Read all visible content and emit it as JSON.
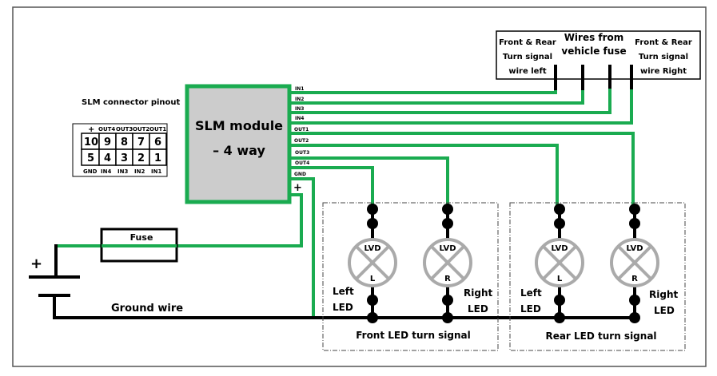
{
  "diagram": {
    "title": "SLM module wiring diagram",
    "colors": {
      "power_wire": "#1aab50",
      "ground_wire": "#000000",
      "module_fill": "#cccccc",
      "lamp": "#aaaaaa"
    },
    "module": {
      "label_line1": "SLM module",
      "label_line2": "– 4 way",
      "pins": [
        "IN1",
        "IN2",
        "IN3",
        "IN4",
        "OUT1",
        "OUT2",
        "OUT3",
        "OUT4",
        "GND",
        "+"
      ]
    },
    "pinout": {
      "title": "SLM connector pinout",
      "top_labels": [
        "+",
        "OUT4",
        "OUT3",
        "OUT2",
        "OUT1"
      ],
      "top_row": [
        "10",
        "9",
        "8",
        "7",
        "6"
      ],
      "bottom_row": [
        "5",
        "4",
        "3",
        "2",
        "1"
      ],
      "bottom_labels": [
        "GND",
        "IN4",
        "IN3",
        "IN2",
        "IN1"
      ]
    },
    "vehicle_box": {
      "left_line1": "Front & Rear",
      "left_line2": "Turn signal",
      "left_line3": "wire left",
      "center_line1": "Wires from",
      "center_line2": "vehicle fuse",
      "right_line1": "Front & Rear",
      "right_line2": "Turn signal",
      "right_line3": "wire Right"
    },
    "fuse_label": "Fuse",
    "battery_plus": "+",
    "ground_label": "Ground wire",
    "front_group": {
      "title": "Front LED turn signal",
      "left_lamp": {
        "top": "LVD",
        "bottom": "L",
        "caption1": "Left",
        "caption2": "LED"
      },
      "right_lamp": {
        "top": "LVD",
        "bottom": "R",
        "caption1": "Right",
        "caption2": "LED"
      }
    },
    "rear_group": {
      "title": "Rear LED turn signal",
      "left_lamp": {
        "top": "LVD",
        "bottom": "L",
        "caption1": "Left",
        "caption2": "LED"
      },
      "right_lamp": {
        "top": "LVD",
        "bottom": "R",
        "caption1": "Right",
        "caption2": "LED"
      }
    }
  }
}
